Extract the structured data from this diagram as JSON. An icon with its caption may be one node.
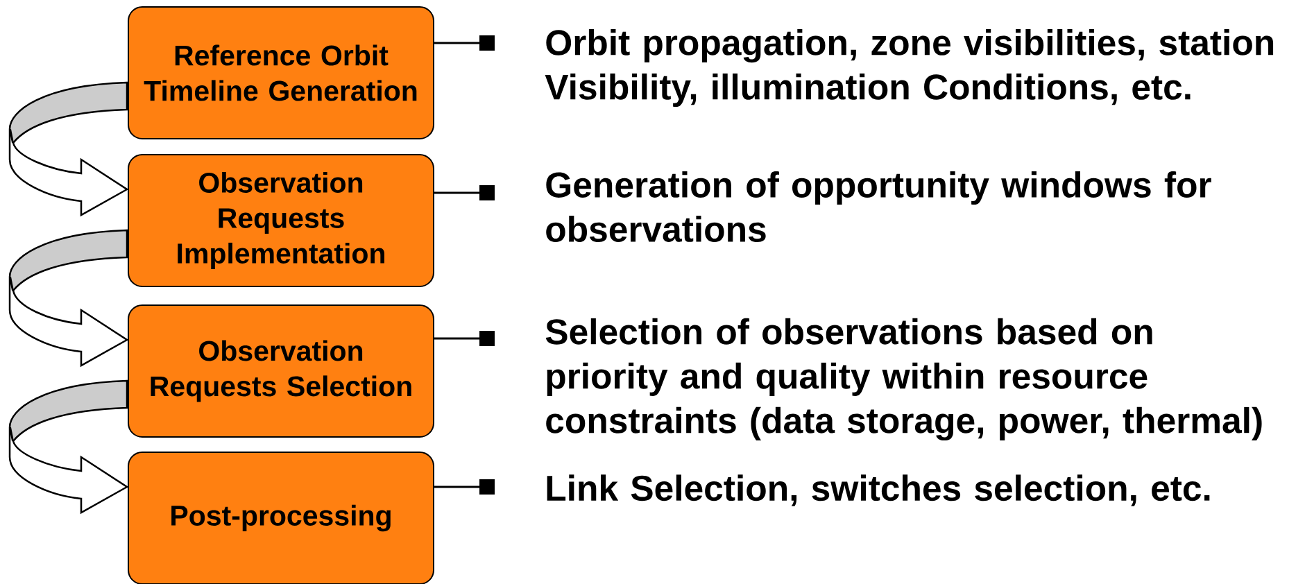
{
  "diagram": {
    "nodes": [
      {
        "text": [
          "Reference Orbit Timeline Generation"
        ]
      },
      {
        "text": [
          "Observation Requests Implementation"
        ]
      },
      {
        "text": [
          "Observation Requests Selection"
        ]
      },
      {
        "text": [
          "Post-processing"
        ]
      },
      {
        "text": [
          "Orbit propagation, zone visibilities, station Visibility, illumination Conditions, etc."
        ]
      },
      {
        "text": [
          "Generation of opportunity windows for observations"
        ]
      },
      {
        "text": [
          "Selection of observations based on priority and quality within resource constraints (data storage, power, thermal)"
        ]
      },
      {
        "text": [
          "Link Selection, switches selection, etc."
        ]
      }
    ],
    "edges": [
      {
        "from": 0,
        "to": 1,
        "arrow": "to"
      },
      {
        "from": 1,
        "to": 2,
        "arrow": "to"
      },
      {
        "from": 2,
        "to": 3,
        "arrow": "to"
      },
      {
        "from": 0,
        "to": 4,
        "arrow": "other"
      },
      {
        "from": 1,
        "to": 5,
        "arrow": "other"
      },
      {
        "from": 2,
        "to": 6,
        "arrow": "other"
      },
      {
        "from": 3,
        "to": 7,
        "arrow": "other"
      }
    ]
  }
}
